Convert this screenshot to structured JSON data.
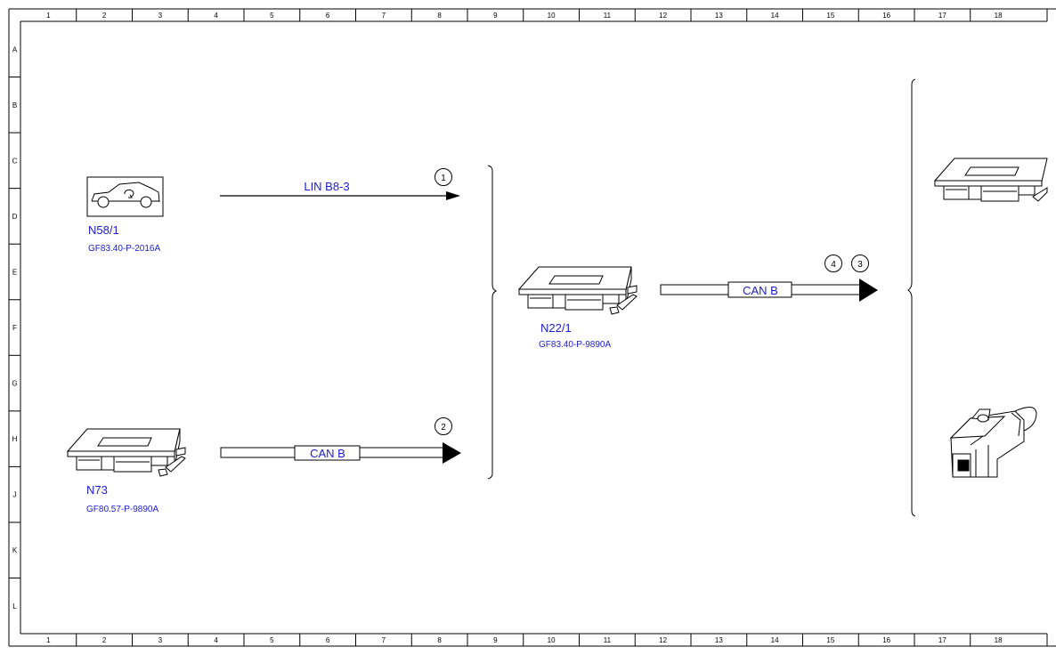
{
  "grid": {
    "columns": [
      "1",
      "2",
      "3",
      "4",
      "5",
      "6",
      "7",
      "8",
      "9",
      "10",
      "11",
      "12",
      "13",
      "14",
      "15",
      "16",
      "17",
      "18"
    ],
    "rows": [
      "A",
      "B",
      "C",
      "D",
      "E",
      "F",
      "G",
      "H",
      "J",
      "K",
      "L"
    ]
  },
  "components": {
    "n58": {
      "label": "N58/1",
      "ref": "GF83.40-P-2016A"
    },
    "n73": {
      "label": "N73",
      "ref": "GF80.57-P-9890A"
    },
    "n22": {
      "label": "N22/1",
      "ref": "GF83.40-P-9890A"
    }
  },
  "connections": {
    "lin": {
      "label": "LIN B8-3",
      "marker": "1"
    },
    "can_n73": {
      "label": "CAN B",
      "marker": "2"
    },
    "can_out": {
      "label": "CAN B",
      "markers": [
        "4",
        "3"
      ]
    }
  },
  "colors": {
    "label_blue": "#1a1ad8",
    "line": "#000000"
  }
}
